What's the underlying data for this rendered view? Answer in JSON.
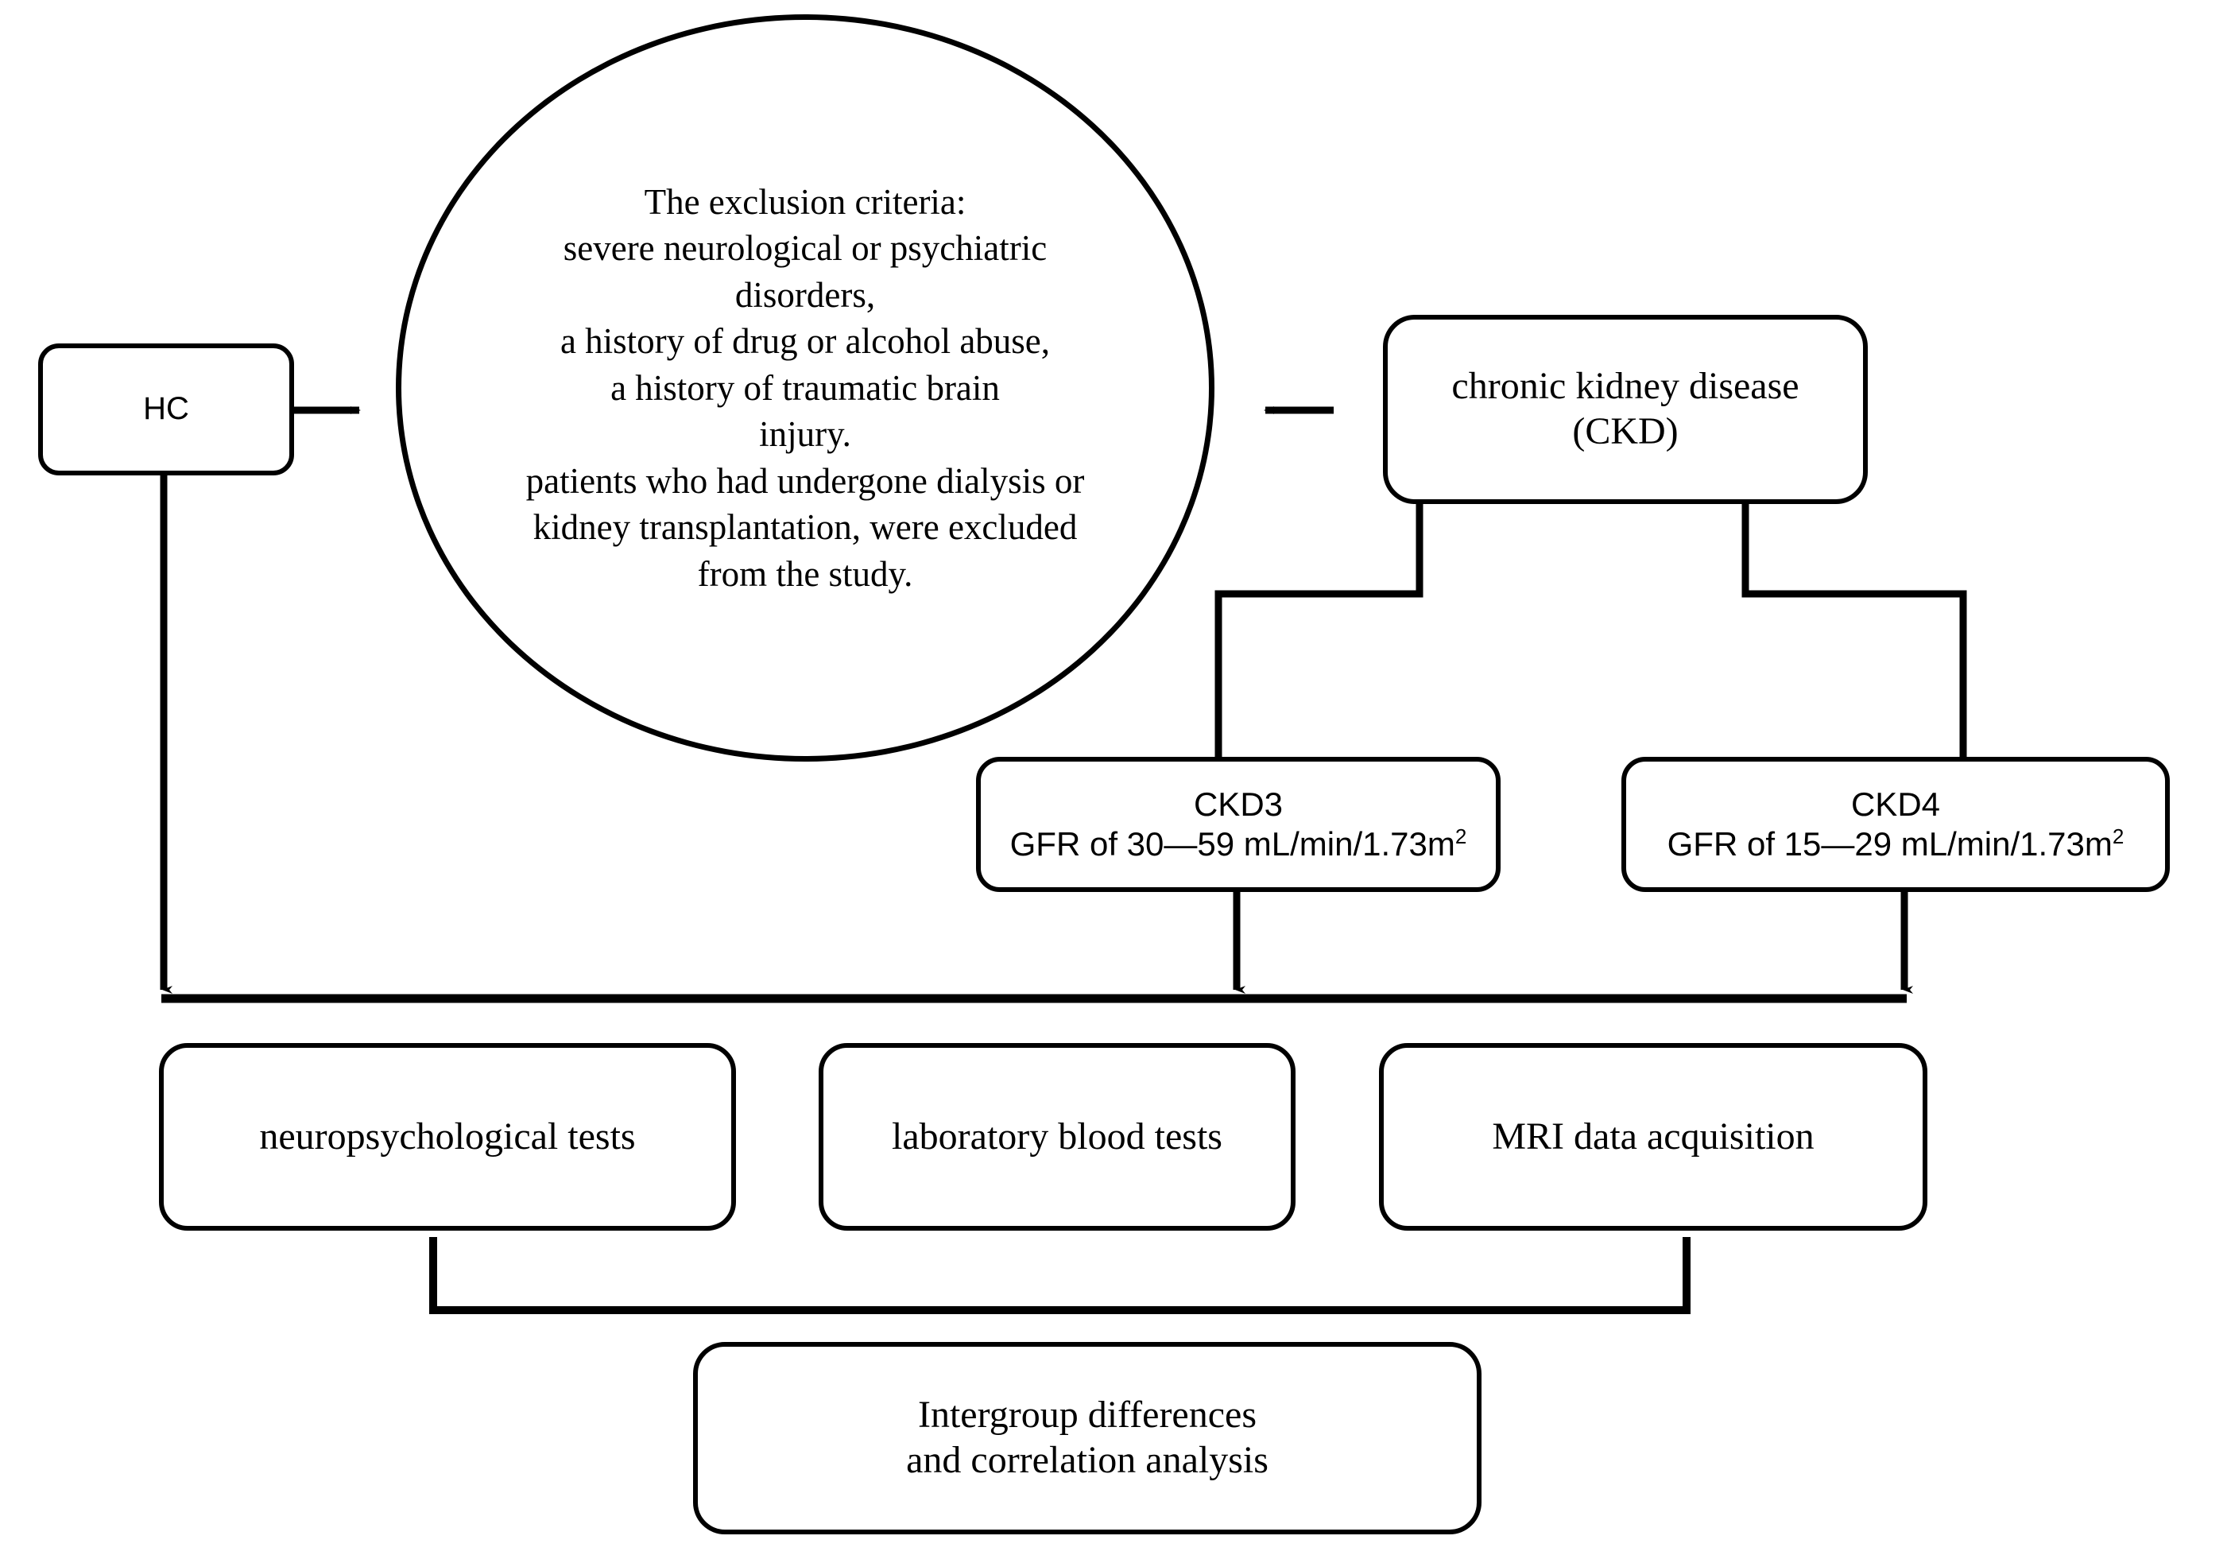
{
  "diagram": {
    "title": "CKD neuroimaging study flowchart",
    "stroke_color": "#000000",
    "background_color": "#ffffff",
    "nodes": {
      "hc": {
        "label": "HC",
        "shape": "rounded-rect",
        "font": "sans"
      },
      "exclusion_circle": {
        "label": "The exclusion criteria:\nsevere neurological or psychiatric\ndisorders,\na history of drug or alcohol abuse,\na history of traumatic brain\ninjury.\npatients who had undergone dialysis or\nkidney transplantation,  were excluded\nfrom the study.",
        "shape": "circle",
        "font": "serif"
      },
      "ckd": {
        "label": "chronic kidney disease\n(CKD)",
        "shape": "rounded-rect",
        "font": "serif"
      },
      "ckd3": {
        "line1": "CKD3",
        "line2_prefix": "GFR of 30—59 mL/min/1.73m",
        "line2_sup": "2",
        "shape": "rounded-rect",
        "font": "sans"
      },
      "ckd4": {
        "line1": "CKD4",
        "line2_prefix": "GFR of 15—29 mL/min/1.73m",
        "line2_sup": "2",
        "shape": "rounded-rect",
        "font": "sans"
      },
      "neuropsych": {
        "label": "neuropsychological tests",
        "shape": "rounded-rect",
        "font": "serif"
      },
      "blood": {
        "label": "laboratory blood tests",
        "shape": "rounded-rect",
        "font": "serif"
      },
      "mri": {
        "label": "MRI data acquisition",
        "shape": "rounded-rect",
        "font": "serif"
      },
      "analysis": {
        "label": "Intergroup differences\nand correlation analysis",
        "shape": "rounded-rect",
        "font": "serif"
      }
    },
    "edges": [
      {
        "id": "hc-to-exclusion",
        "from": "hc",
        "to": "exclusion_circle",
        "arrow": "right"
      },
      {
        "id": "ckd-to-exclusion",
        "from": "ckd",
        "to": "exclusion_circle",
        "arrow": "left"
      },
      {
        "id": "ckd-to-ckd3",
        "from": "ckd",
        "to": "ckd3",
        "arrow": "down"
      },
      {
        "id": "ckd-to-ckd4",
        "from": "ckd",
        "to": "ckd4",
        "arrow": "down"
      },
      {
        "id": "hc-to-assessments",
        "from": "hc",
        "to": "assessment-bar",
        "arrow": "down"
      },
      {
        "id": "ckd3-to-assessments",
        "from": "ckd3",
        "to": "assessment-bar",
        "arrow": "down"
      },
      {
        "id": "ckd4-to-assessments",
        "from": "ckd4",
        "to": "assessment-bar",
        "arrow": "down"
      },
      {
        "id": "assessments-to-analysis",
        "from": "assessment-row",
        "to": "analysis",
        "arrow": "none"
      }
    ]
  }
}
